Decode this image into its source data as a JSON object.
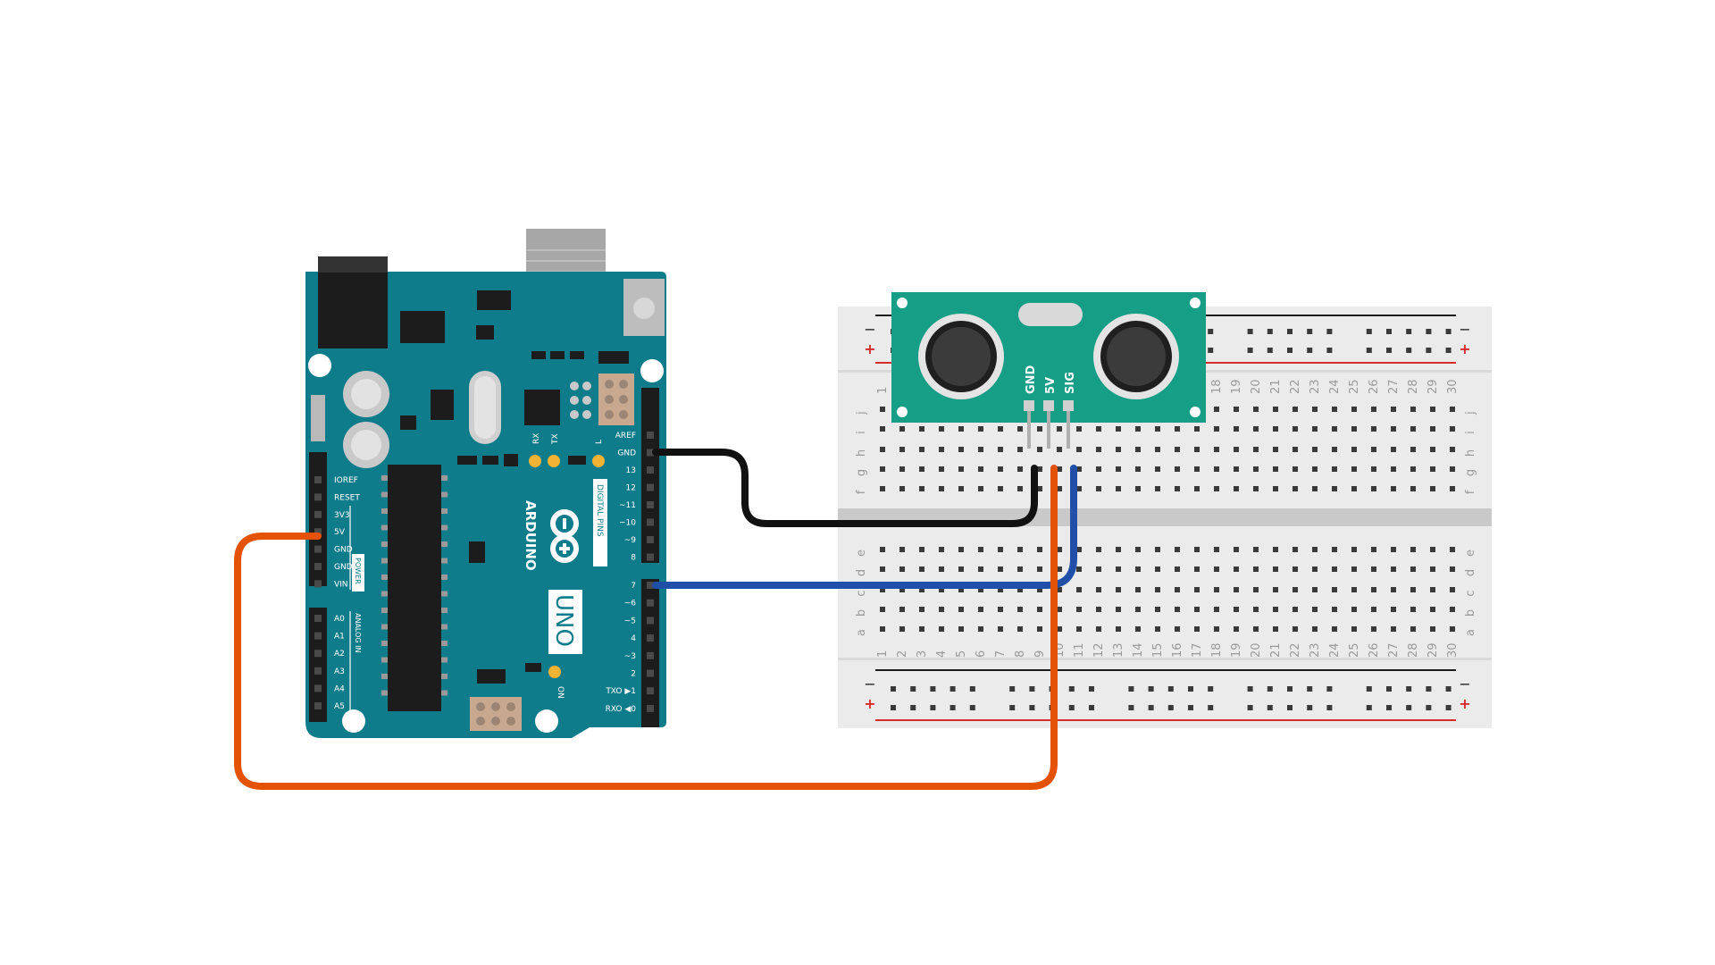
{
  "arduino": {
    "brand": "ARDUINO",
    "model": "UNO",
    "section_digital": "DIGITAL PINS",
    "section_power": "POWER",
    "section_analog": "ANALOG IN",
    "leds": {
      "rx": "RX",
      "tx": "TX",
      "l": "L",
      "on": "ON"
    },
    "power_header": [
      "IOREF",
      "RESET",
      "3V3",
      "5V",
      "GND",
      "GND",
      "VIN"
    ],
    "analog_header": [
      "A0",
      "A1",
      "A2",
      "A3",
      "A4",
      "A5"
    ],
    "digital_header_top": [
      "AREF",
      "GND",
      "13",
      "12",
      "~11",
      "~10",
      "~9",
      "8"
    ],
    "digital_header_bottom": [
      "7",
      "~6",
      "~5",
      "4",
      "~3",
      "2",
      "TXO ▶1",
      "RXO ◀0"
    ]
  },
  "breadboard": {
    "columns": [
      "1",
      "2",
      "3",
      "4",
      "5",
      "6",
      "7",
      "8",
      "9",
      "10",
      "11",
      "12",
      "13",
      "14",
      "15",
      "16",
      "17",
      "18",
      "19",
      "20",
      "21",
      "22",
      "23",
      "24",
      "25",
      "26",
      "27",
      "28",
      "29",
      "30"
    ],
    "rows_top": [
      "j",
      "i",
      "h",
      "g",
      "f"
    ],
    "rows_bottom": [
      "e",
      "d",
      "c",
      "b",
      "a"
    ],
    "rail_plus": "+",
    "rail_minus": "−"
  },
  "sensor": {
    "pins": [
      "GND",
      "5V",
      "SIG"
    ]
  },
  "wires": [
    {
      "from": "GND",
      "to": "GND",
      "color": "#111111"
    },
    {
      "from": "5V",
      "to": "5V",
      "color": "#e35205"
    },
    {
      "from": "7",
      "to": "SIG",
      "color": "#1f4fa8"
    }
  ],
  "colors": {
    "board": "#0e7c8b",
    "board_dark": "#0a6572",
    "breadboard": "#e9e9e9",
    "sensor": "#169e86",
    "rail_red": "#d62b2b",
    "rail_black": "#1b1b1b"
  }
}
